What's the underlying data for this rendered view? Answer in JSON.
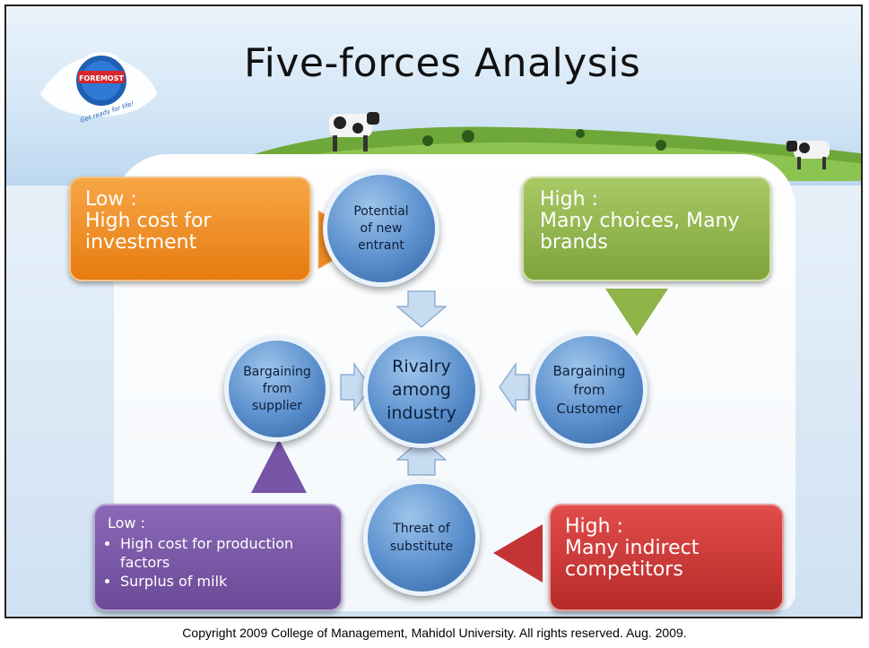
{
  "slide": {
    "title": "Five-forces Analysis",
    "logo_text": "FOREMOST",
    "logo_tagline": "Get ready for life!"
  },
  "nodes": {
    "entrant": "Potential\nof new\nentrant",
    "rivalry": "Rivalry\namong\nindustry",
    "supplier": "Bargaining\nfrom\nsupplier",
    "customer": "Bargaining\nfrom\nCustomer",
    "substitute": "Threat of\nsubstitute"
  },
  "callouts": {
    "entrant": {
      "level": "Low :",
      "text": "High cost for investment"
    },
    "customer": {
      "level": "High :",
      "text": "Many choices, Many brands"
    },
    "supplier": {
      "level": "Low :",
      "bullets": [
        "High cost for production factors",
        "Surplus of milk"
      ]
    },
    "substitute": {
      "level": "High :",
      "text": "Many indirect competitors"
    }
  },
  "colors": {
    "orange": "#e77b10",
    "green": "#7ea33b",
    "purple": "#6b4a98",
    "red": "#b72a2a",
    "circle_blue": "#5a8fcd",
    "arrow_fill": "#c8dcf1"
  },
  "footer": "Copyright 2009 College of Management, Mahidol University. All rights reserved. Aug. 2009."
}
